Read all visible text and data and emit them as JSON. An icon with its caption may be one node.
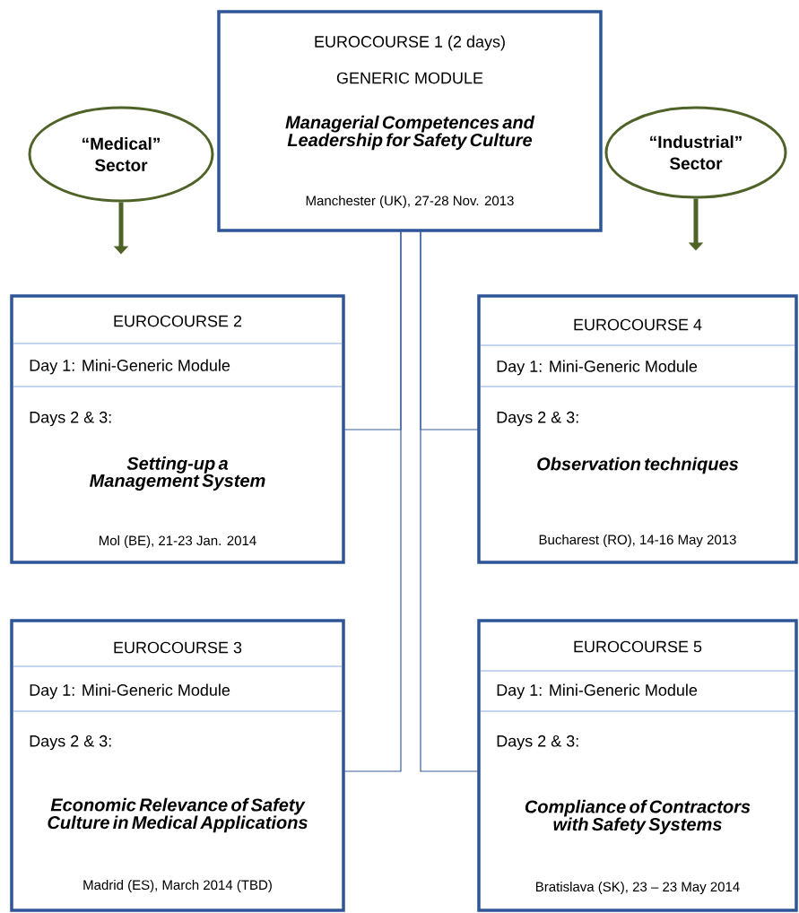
{
  "diagram": {
    "nodes": [
      {
        "text": [
          "EUROCOURSE 1 (2 days)",
          "GENERIC MODULE",
          "Managerial Competences and Leadership for Safety Culture",
          "Manchester (UK), 27-28 Nov. 2013"
        ]
      },
      {
        "text": [
          "“Medical” Sector"
        ]
      },
      {
        "text": [
          "“Industrial” Sector"
        ]
      },
      {
        "text": [
          "EUROCOURSE 2",
          "Day 1: Mini-Generic Module",
          "Days 2 & 3:",
          "Setting-up a Management System",
          "Mol (BE), 21-23 Jan. 2014"
        ]
      },
      {
        "text": [
          "EUROCOURSE 4",
          "Day 1: Mini-Generic Module",
          "Days 2 & 3:",
          "Observation techniques",
          "Bucharest (RO), 14-16 May 2013"
        ]
      },
      {
        "text": [
          "EUROCOURSE 3",
          "Day 1: Mini-Generic Module",
          "Days 2 & 3:",
          "Economic Relevance of Safety Culture in Medical Applications",
          "Madrid (ES), March 2014 (TBD)"
        ]
      },
      {
        "text": [
          "EUROCOURSE 5",
          "Day 1: Mini-Generic Module",
          "Days 2 & 3:",
          "Compliance of Contractors with Safety Systems",
          "Bratislava (SK), 23 – 23 May 2014"
        ]
      }
    ],
    "edges": [
      {
        "from": 1,
        "to": null,
        "arrow": "to",
        "style": "thick",
        "color": "#4f6228"
      },
      {
        "from": 2,
        "to": null,
        "arrow": "to",
        "style": "thick",
        "color": "#4f6228"
      },
      {
        "from": 0,
        "to": 3,
        "arrow": "none"
      },
      {
        "from": 0,
        "to": 5,
        "arrow": "none"
      },
      {
        "from": 0,
        "to": 4,
        "arrow": "none"
      },
      {
        "from": 0,
        "to": 6,
        "arrow": "none"
      }
    ]
  }
}
